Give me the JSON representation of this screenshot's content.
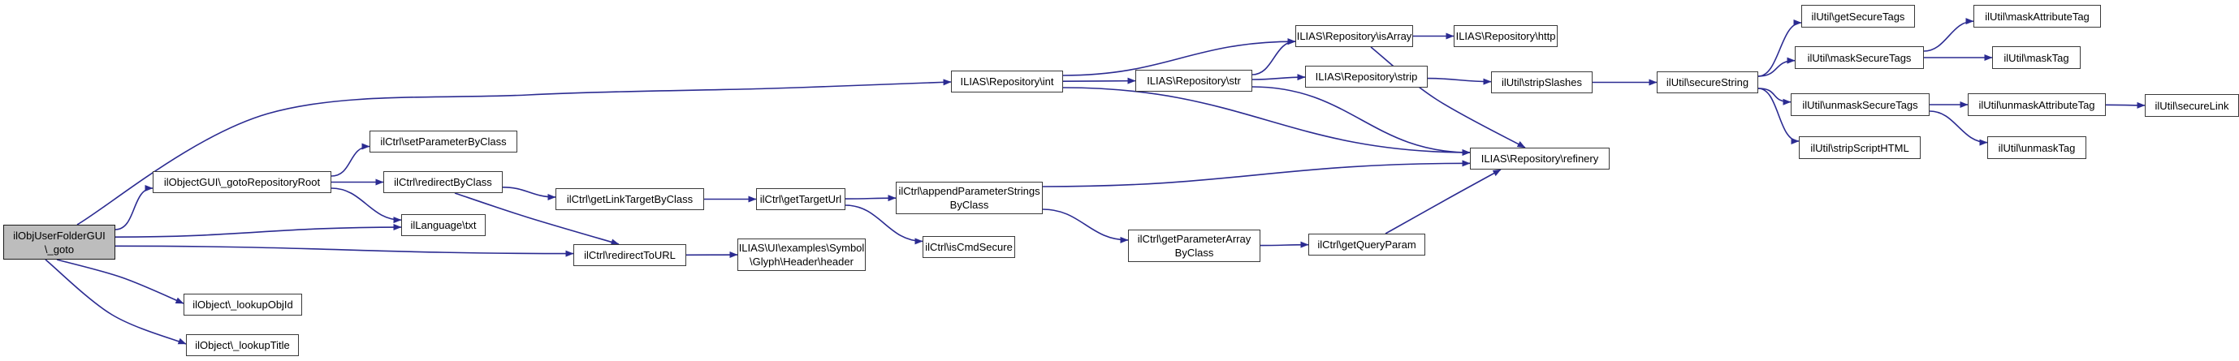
{
  "graph": {
    "type": "call-graph",
    "colors": {
      "edge": "#2b2b91",
      "node_fill": "#ffffff",
      "node_border": "#3a3a3a",
      "highlight_fill": "#bdbdbd",
      "text": "#000000"
    },
    "nodes": [
      {
        "id": "goto",
        "label": "ilObjUserFolderGUI\n\\_goto",
        "highlighted": true
      },
      {
        "id": "gotoRepositoryRoot",
        "label": "ilObjectGUI\\_gotoRepositoryRoot",
        "highlighted": false
      },
      {
        "id": "setParameterByClass",
        "label": "ilCtrl\\setParameterByClass",
        "highlighted": false
      },
      {
        "id": "redirectByClass",
        "label": "ilCtrl\\redirectByClass",
        "highlighted": false
      },
      {
        "id": "txt",
        "label": "ilLanguage\\txt",
        "highlighted": false
      },
      {
        "id": "getLinkTargetByClass",
        "label": "ilCtrl\\getLinkTargetByClass",
        "highlighted": false
      },
      {
        "id": "redirectToURL",
        "label": "ilCtrl\\redirectToURL",
        "highlighted": false
      },
      {
        "id": "header",
        "label": "ILIAS\\UI\\examples\\Symbol\n\\Glyph\\Header\\header",
        "highlighted": false
      },
      {
        "id": "getTargetUrl",
        "label": "ilCtrl\\getTargetUrl",
        "highlighted": false
      },
      {
        "id": "appendParameterStringsByClass",
        "label": "ilCtrl\\appendParameterStrings\nByClass",
        "highlighted": false
      },
      {
        "id": "isCmdSecure",
        "label": "ilCtrl\\isCmdSecure",
        "highlighted": false
      },
      {
        "id": "getParameterArrayByClass",
        "label": "ilCtrl\\getParameterArray\nByClass",
        "highlighted": false
      },
      {
        "id": "getQueryParam",
        "label": "ilCtrl\\getQueryParam",
        "highlighted": false
      },
      {
        "id": "int",
        "label": "ILIAS\\Repository\\int",
        "highlighted": false
      },
      {
        "id": "str",
        "label": "ILIAS\\Repository\\str",
        "highlighted": false
      },
      {
        "id": "strip",
        "label": "ILIAS\\Repository\\strip",
        "highlighted": false
      },
      {
        "id": "isArray",
        "label": "ILIAS\\Repository\\isArray",
        "highlighted": false
      },
      {
        "id": "http",
        "label": "ILIAS\\Repository\\http",
        "highlighted": false
      },
      {
        "id": "stripSlashes",
        "label": "ilUtil\\stripSlashes",
        "highlighted": false
      },
      {
        "id": "refinery",
        "label": "ILIAS\\Repository\\refinery",
        "highlighted": false
      },
      {
        "id": "secureString",
        "label": "ilUtil\\secureString",
        "highlighted": false
      },
      {
        "id": "getSecureTags",
        "label": "ilUtil\\getSecureTags",
        "highlighted": false
      },
      {
        "id": "maskAttributeTag",
        "label": "ilUtil\\maskAttributeTag",
        "highlighted": false
      },
      {
        "id": "maskSecureTags",
        "label": "ilUtil\\maskSecureTags",
        "highlighted": false
      },
      {
        "id": "maskTag",
        "label": "ilUtil\\maskTag",
        "highlighted": false
      },
      {
        "id": "unmaskSecureTags",
        "label": "ilUtil\\unmaskSecureTags",
        "highlighted": false
      },
      {
        "id": "unmaskAttributeTag",
        "label": "ilUtil\\unmaskAttributeTag",
        "highlighted": false
      },
      {
        "id": "secureLink",
        "label": "ilUtil\\secureLink",
        "highlighted": false
      },
      {
        "id": "stripScriptHTML",
        "label": "ilUtil\\stripScriptHTML",
        "highlighted": false
      },
      {
        "id": "unmaskTag",
        "label": "ilUtil\\unmaskTag",
        "highlighted": false
      },
      {
        "id": "lookupObjId",
        "label": "ilObject\\_lookupObjId",
        "highlighted": false
      },
      {
        "id": "lookupTitle",
        "label": "ilObject\\_lookupTitle",
        "highlighted": false
      }
    ],
    "edges": [
      {
        "from": "goto",
        "to": "int"
      },
      {
        "from": "goto",
        "to": "gotoRepositoryRoot"
      },
      {
        "from": "goto",
        "to": "txt"
      },
      {
        "from": "goto",
        "to": "redirectToURL"
      },
      {
        "from": "goto",
        "to": "lookupObjId"
      },
      {
        "from": "goto",
        "to": "lookupTitle"
      },
      {
        "from": "gotoRepositoryRoot",
        "to": "setParameterByClass"
      },
      {
        "from": "gotoRepositoryRoot",
        "to": "redirectByClass"
      },
      {
        "from": "gotoRepositoryRoot",
        "to": "txt"
      },
      {
        "from": "redirectByClass",
        "to": "getLinkTargetByClass"
      },
      {
        "from": "redirectByClass",
        "to": "redirectToURL"
      },
      {
        "from": "getLinkTargetByClass",
        "to": "getTargetUrl"
      },
      {
        "from": "getTargetUrl",
        "to": "appendParameterStringsByClass"
      },
      {
        "from": "getTargetUrl",
        "to": "isCmdSecure"
      },
      {
        "from": "redirectToURL",
        "to": "header"
      },
      {
        "from": "appendParameterStringsByClass",
        "to": "refinery"
      },
      {
        "from": "appendParameterStringsByClass",
        "to": "getParameterArrayByClass"
      },
      {
        "from": "getParameterArrayByClass",
        "to": "getQueryParam"
      },
      {
        "from": "getQueryParam",
        "to": "refinery"
      },
      {
        "from": "int",
        "to": "isArray"
      },
      {
        "from": "int",
        "to": "str"
      },
      {
        "from": "int",
        "to": "refinery"
      },
      {
        "from": "str",
        "to": "isArray"
      },
      {
        "from": "str",
        "to": "strip"
      },
      {
        "from": "str",
        "to": "refinery"
      },
      {
        "from": "isArray",
        "to": "http"
      },
      {
        "from": "isArray",
        "to": "refinery"
      },
      {
        "from": "strip",
        "to": "stripSlashes"
      },
      {
        "from": "stripSlashes",
        "to": "secureString"
      },
      {
        "from": "secureString",
        "to": "getSecureTags"
      },
      {
        "from": "secureString",
        "to": "maskSecureTags"
      },
      {
        "from": "secureString",
        "to": "unmaskSecureTags"
      },
      {
        "from": "secureString",
        "to": "stripScriptHTML"
      },
      {
        "from": "maskSecureTags",
        "to": "maskAttributeTag"
      },
      {
        "from": "maskSecureTags",
        "to": "maskTag"
      },
      {
        "from": "unmaskSecureTags",
        "to": "unmaskAttributeTag"
      },
      {
        "from": "unmaskSecureTags",
        "to": "unmaskTag"
      },
      {
        "from": "unmaskAttributeTag",
        "to": "secureLink"
      }
    ]
  }
}
